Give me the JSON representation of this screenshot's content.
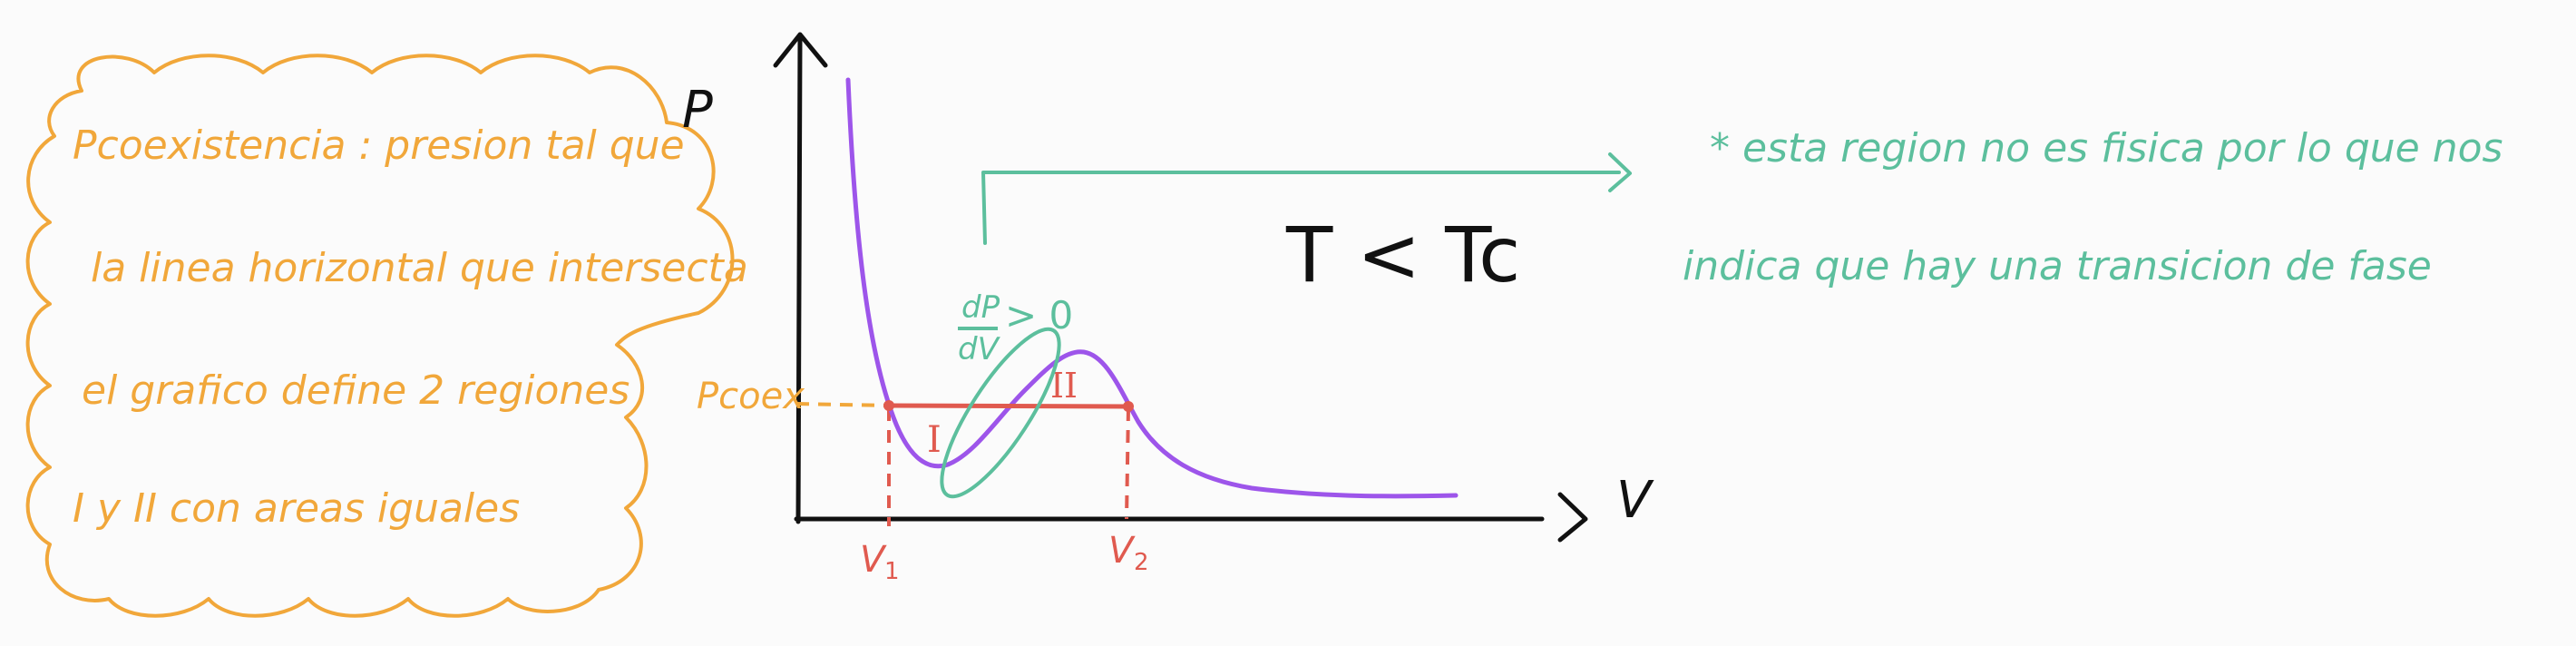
{
  "colors": {
    "orange": "#f1a73a",
    "purple": "#9d55ea",
    "red": "#e05a4f",
    "green": "#5cbf9d",
    "black": "#111111"
  },
  "cloud": {
    "line1": "Pcoexistencia : presion tal que",
    "line2": "la linea horizontal que intersecta",
    "line3": "el grafico define 2 regiones",
    "line4": "I y II con areas iguales"
  },
  "axes": {
    "p_label": "P",
    "v_label": "V"
  },
  "labels": {
    "pcoex": "Pcoex",
    "v1": "V",
    "v1_sub": "1",
    "v2": "V",
    "v2_sub": "2",
    "region1": "I",
    "region2": "II",
    "derivative_num": "dP",
    "derivative_den": "dV",
    "derivative_rel": "> 0",
    "temperature": "T < Tc"
  },
  "note": {
    "line1": "*  esta region no es fisica por lo que nos",
    "line2": "indica que hay una transicion de fase"
  }
}
